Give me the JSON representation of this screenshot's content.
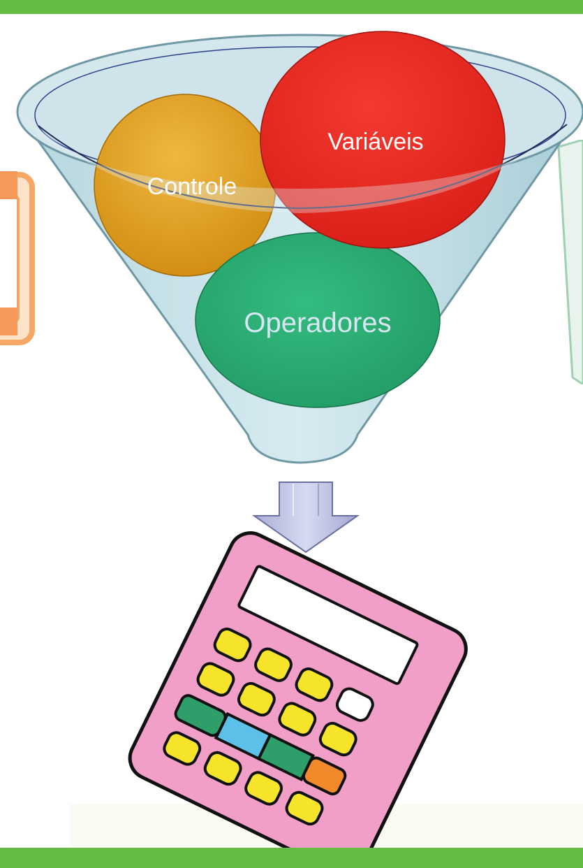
{
  "colors": {
    "bar": "#66bb44",
    "funnel": "#c9e2e8",
    "funnel_edge": "#5b8f9c",
    "controle": "#e0a020",
    "variaveis": "#ec2a22",
    "operadores": "#2aae74",
    "arrow": "#b8bcdc",
    "calculator": "#f19fc8",
    "key_yellow": "#f5e42a",
    "key_green": "#2e9e6a",
    "key_blue": "#5cc0e8",
    "key_orange": "#f08a2a"
  },
  "funnel": {
    "circles": [
      {
        "id": "controle",
        "label": "Controle"
      },
      {
        "id": "variaveis",
        "label": "Variáveis"
      },
      {
        "id": "operadores",
        "label": "Operadores"
      }
    ]
  },
  "icons": {
    "arrow": "arrow-down-icon",
    "calculator": "calculator-icon"
  }
}
